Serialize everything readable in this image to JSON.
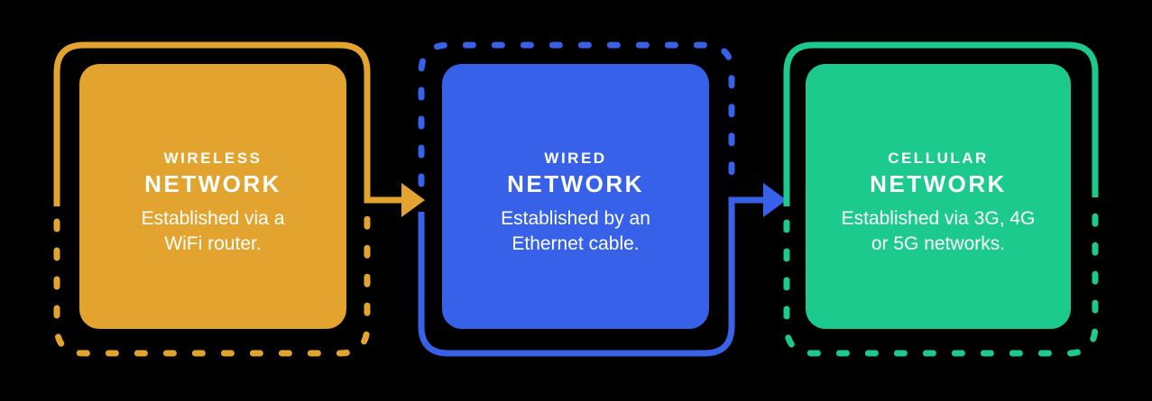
{
  "background_color": "#000000",
  "text_color": "#FFFFFF",
  "cards": [
    {
      "id": "wireless-network",
      "eyebrow": "WIRELESS",
      "title": "NETWORK",
      "description": "Established via a\nWiFi router.",
      "color": "#E2A42E",
      "border_style": "solid-top-dashed-bottom"
    },
    {
      "id": "wired-network",
      "eyebrow": "WIRED",
      "title": "NETWORK",
      "description": "Established by an\nEthernet cable.",
      "color": "#3761E9",
      "border_style": "dashed-top-solid-bottom"
    },
    {
      "id": "cellular-network",
      "eyebrow": "CELLULAR",
      "title": "NETWORK",
      "description": "Established via 3G, 4G\nor 5G networks.",
      "color": "#1DCA8E",
      "border_style": "solid-top-dashed-bottom"
    }
  ],
  "arrows": [
    {
      "from": "wireless-network",
      "to": "wired-network",
      "color": "#E2A42E",
      "direction": "right"
    },
    {
      "from": "wired-network",
      "to": "cellular-network",
      "color": "#3761E9",
      "direction": "right"
    }
  ]
}
